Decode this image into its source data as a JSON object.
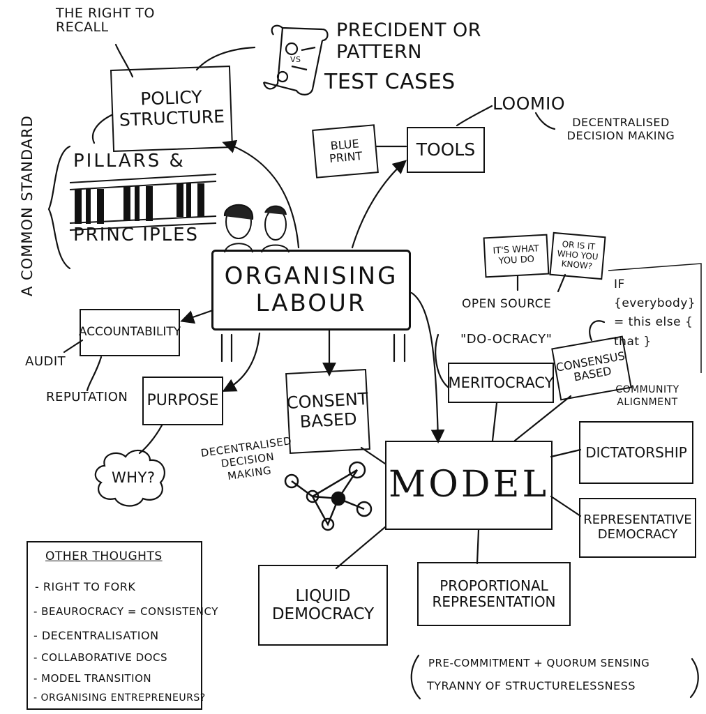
{
  "nodes": {
    "center": "ORGANISING LABOUR",
    "policy": "POLICY STRUCTURE",
    "pillars": "PILLARS &",
    "principles": "PRINC IPLES",
    "common_standard": "A COMMON STANDARD",
    "right_to_recall": "THE RIGHT TO RECALL",
    "precedent": "PRECIDENT OR PATTERN",
    "test_cases": "TEST CASES",
    "scroll_vs": "VS",
    "tools": "TOOLS",
    "blueprint": "BLUE PRINT",
    "loomio": "LOOMIO",
    "decentralised_1": "DECENTRALISED DECISION MAKING",
    "accountability": "ACCOUNTABILITY",
    "audit": "AUDIT",
    "reputation": "REPUTATION",
    "purpose": "PURPOSE",
    "why": "WHY?",
    "consent": "CONSENT BASED",
    "decentralised_2": "DECENTRALISED DECISION MAKING",
    "model": "MODEL",
    "meritocracy": "MERITOCRACY",
    "open_source": "OPEN SOURCE",
    "do_ocracy": "\"DO-OCRACY\"",
    "sign_1": "IT'S WHAT YOU DO",
    "sign_2": "OR IS IT WHO YOU KNOW?",
    "consensus": "CONSENSUS BASED",
    "code_note": "IF {everybody} = this else { that }",
    "community_alignment": "COMMUNITY ALIGNMENT",
    "dictatorship": "DICTATORSHIP",
    "representative": "REPRESENTATIVE DEMOCRACY",
    "liquid": "LIQUID DEMOCRACY",
    "proportional": "PROPORTIONAL REPRESENTATION",
    "footer_note_1": "PRE-COMMITMENT + QUORUM SENSING",
    "footer_note_2": "TYRANNY OF STRUCTURELESSNESS"
  },
  "other_thoughts": {
    "title": "OTHER THOUGHTS",
    "items": [
      "- RIGHT TO FORK",
      "- BEAUROCRACY = CONSISTENCY",
      "- DECENTRALISATION",
      "- COLLABORATIVE DOCS",
      "- MODEL TRANSITION",
      "- ORGANISING ENTREPRENEURS?"
    ]
  }
}
